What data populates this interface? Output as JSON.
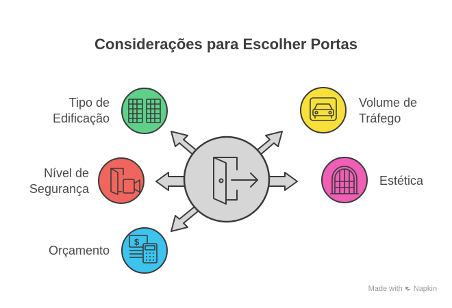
{
  "title": "Considerações para Escolher Portas",
  "nodes": {
    "tipo_edificacao": {
      "line1": "Tipo de",
      "line2": "Edificação",
      "color": "#5fd08a",
      "icon": "building-windows-icon"
    },
    "nivel_seguranca": {
      "line1": "Nível de",
      "line2": "Segurança",
      "color": "#f0655e",
      "icon": "door-camera-icon"
    },
    "orcamento": {
      "line1": "Orçamento",
      "color": "#3cc3ee",
      "icon": "money-calculator-icon"
    },
    "volume_trafego": {
      "line1": "Volume de",
      "line2": "Tráfego",
      "color": "#f8e03a",
      "icon": "car-icon"
    },
    "estetica": {
      "line1": "Estética",
      "color": "#ee5fb5",
      "icon": "arched-window-icon"
    }
  },
  "center": {
    "color": "#d6d6d6",
    "icon": "door-exit-icon"
  },
  "watermark": {
    "made_with": "Made with",
    "brand": "Napkin"
  }
}
